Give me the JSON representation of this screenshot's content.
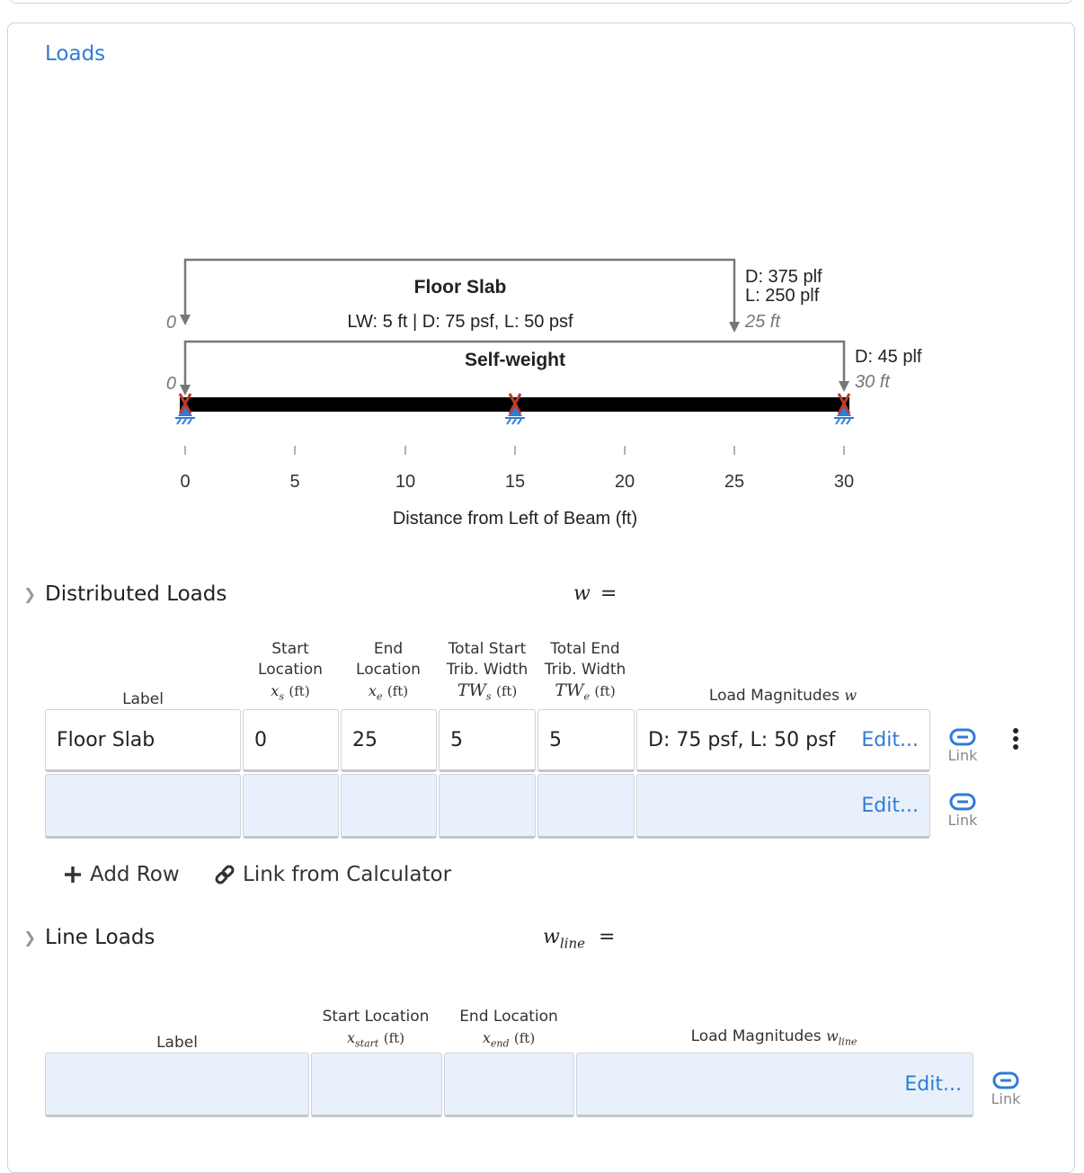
{
  "section_title": "Loads",
  "diagram": {
    "x_ticks": [
      "0",
      "5",
      "10",
      "15",
      "20",
      "25",
      "30"
    ],
    "x_axis_label": "Distance from Left of Beam (ft)",
    "floor_slab": {
      "title": "Floor Slab",
      "subtitle": "LW: 5 ft | D: 75 psf, L: 50 psf",
      "start_label": "0",
      "end_line1": "D: 375 plf",
      "end_line2": "L: 250 plf",
      "end_position": "25 ft"
    },
    "self_weight": {
      "title": "Self-weight",
      "start_label": "0",
      "end_line1": "D: 45 plf",
      "end_position": "30 ft"
    }
  },
  "distributed": {
    "title": "Distributed Loads",
    "var": "w",
    "equals": "=",
    "headers": {
      "label": "Label",
      "start": "Start Location",
      "start_var": "x",
      "start_sub": "s",
      "start_unit": "(ft)",
      "end": "End Location",
      "end_var": "x",
      "end_sub": "e",
      "end_unit": "(ft)",
      "tws": "Total Start Trib. Width",
      "tws_var": "TW",
      "tws_sub": "s",
      "tws_unit": "(ft)",
      "twe": "Total End Trib. Width",
      "twe_var": "TW",
      "twe_sub": "e",
      "twe_unit": "(ft)",
      "mag": "Load Magnitudes",
      "mag_var": "w"
    },
    "rows": [
      {
        "label": "Floor Slab",
        "start": "0",
        "end": "25",
        "tws": "5",
        "twe": "5",
        "mag": "D: 75 psf, L: 50 psf"
      },
      {
        "label": "",
        "start": "",
        "end": "",
        "tws": "",
        "twe": "",
        "mag": ""
      }
    ],
    "edit_label": "Edit...",
    "link_label": "Link",
    "add_row": "Add Row",
    "link_calc": "Link from Calculator"
  },
  "line_loads": {
    "title": "Line Loads",
    "var": "w",
    "var_sub": "line",
    "equals": "=",
    "headers": {
      "label": "Label",
      "start": "Start Location",
      "start_var": "x",
      "start_sub": "start",
      "start_unit": "(ft)",
      "end": "End Location",
      "end_var": "x",
      "end_sub": "end",
      "end_unit": "(ft)",
      "mag": "Load Magnitudes",
      "mag_var": "w",
      "mag_sub": "line"
    },
    "edit_label": "Edit...",
    "link_label": "Link"
  },
  "colors": {
    "accent": "#2f7bd9",
    "support": "#2f7bd9",
    "pin_mark": "#c0392b",
    "cell_empty": "#e8f1fb"
  }
}
